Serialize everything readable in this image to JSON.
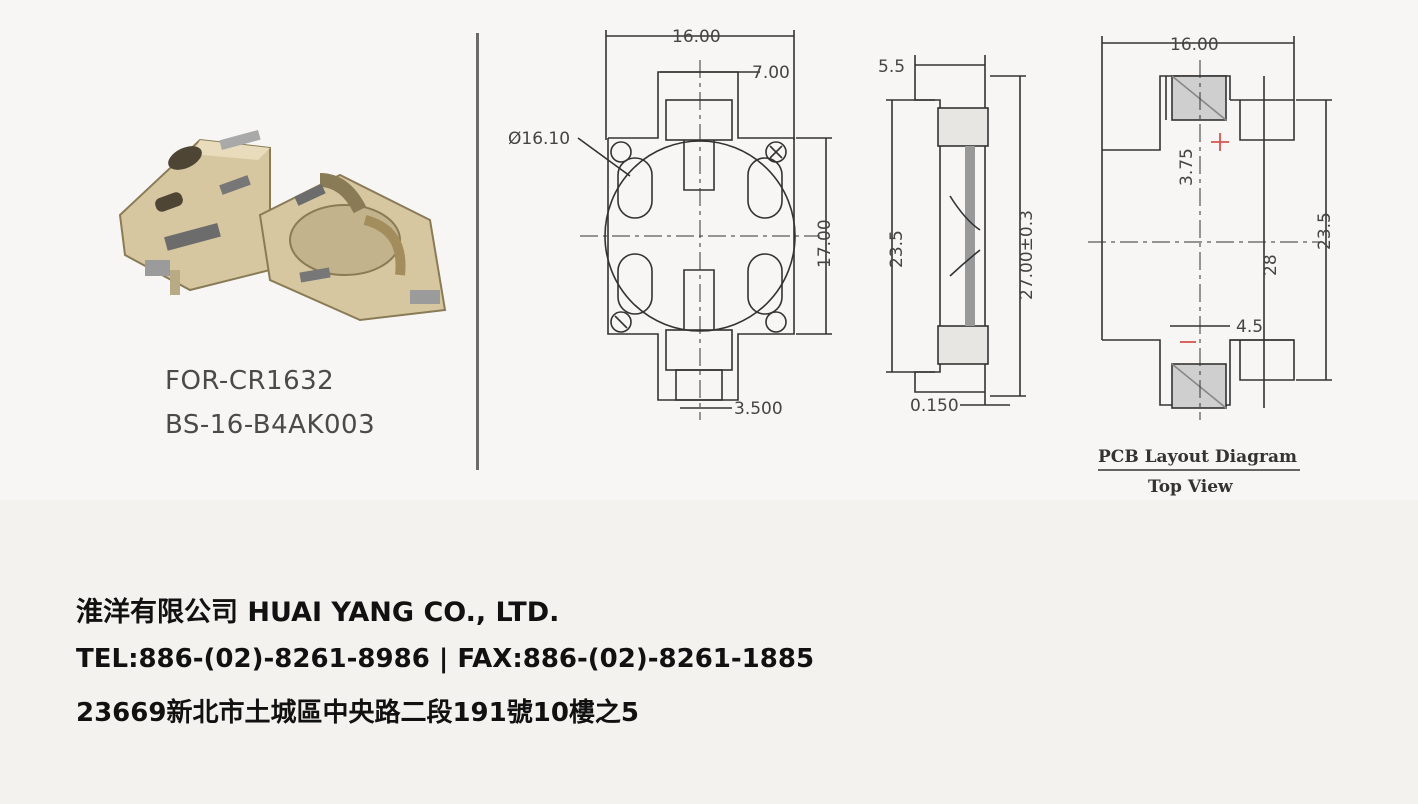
{
  "product": {
    "model_line1": "FOR-CR1632",
    "model_line2": "BS-16-B4AK003"
  },
  "drawing": {
    "front_view": {
      "width_top": "16.00",
      "slot_width": "7.00",
      "diameter": "Ø16.10",
      "height_right": "17.00",
      "pin_width": "3.500"
    },
    "side_view": {
      "top_offset": "5.5",
      "height_left": "23.5",
      "height_right": "27.00±0.3",
      "thickness": "0.150"
    },
    "pcb_view": {
      "width_top": "16.00",
      "pad_height": "3.75",
      "inner_height": "28",
      "outer_height": "23.5",
      "pad_width": "4.5",
      "polarity_plus": "+",
      "polarity_minus": "−",
      "title": "PCB Layout Diagram",
      "subtitle": "Top View"
    }
  },
  "company": {
    "name": "淮洋有限公司 HUAI YANG CO., LTD.",
    "phone_fax": "TEL:886-(02)-8261-8986 | FAX:886-(02)-8261-1885",
    "address": "23669新北市土城區中央路二段191號10樓之5"
  }
}
